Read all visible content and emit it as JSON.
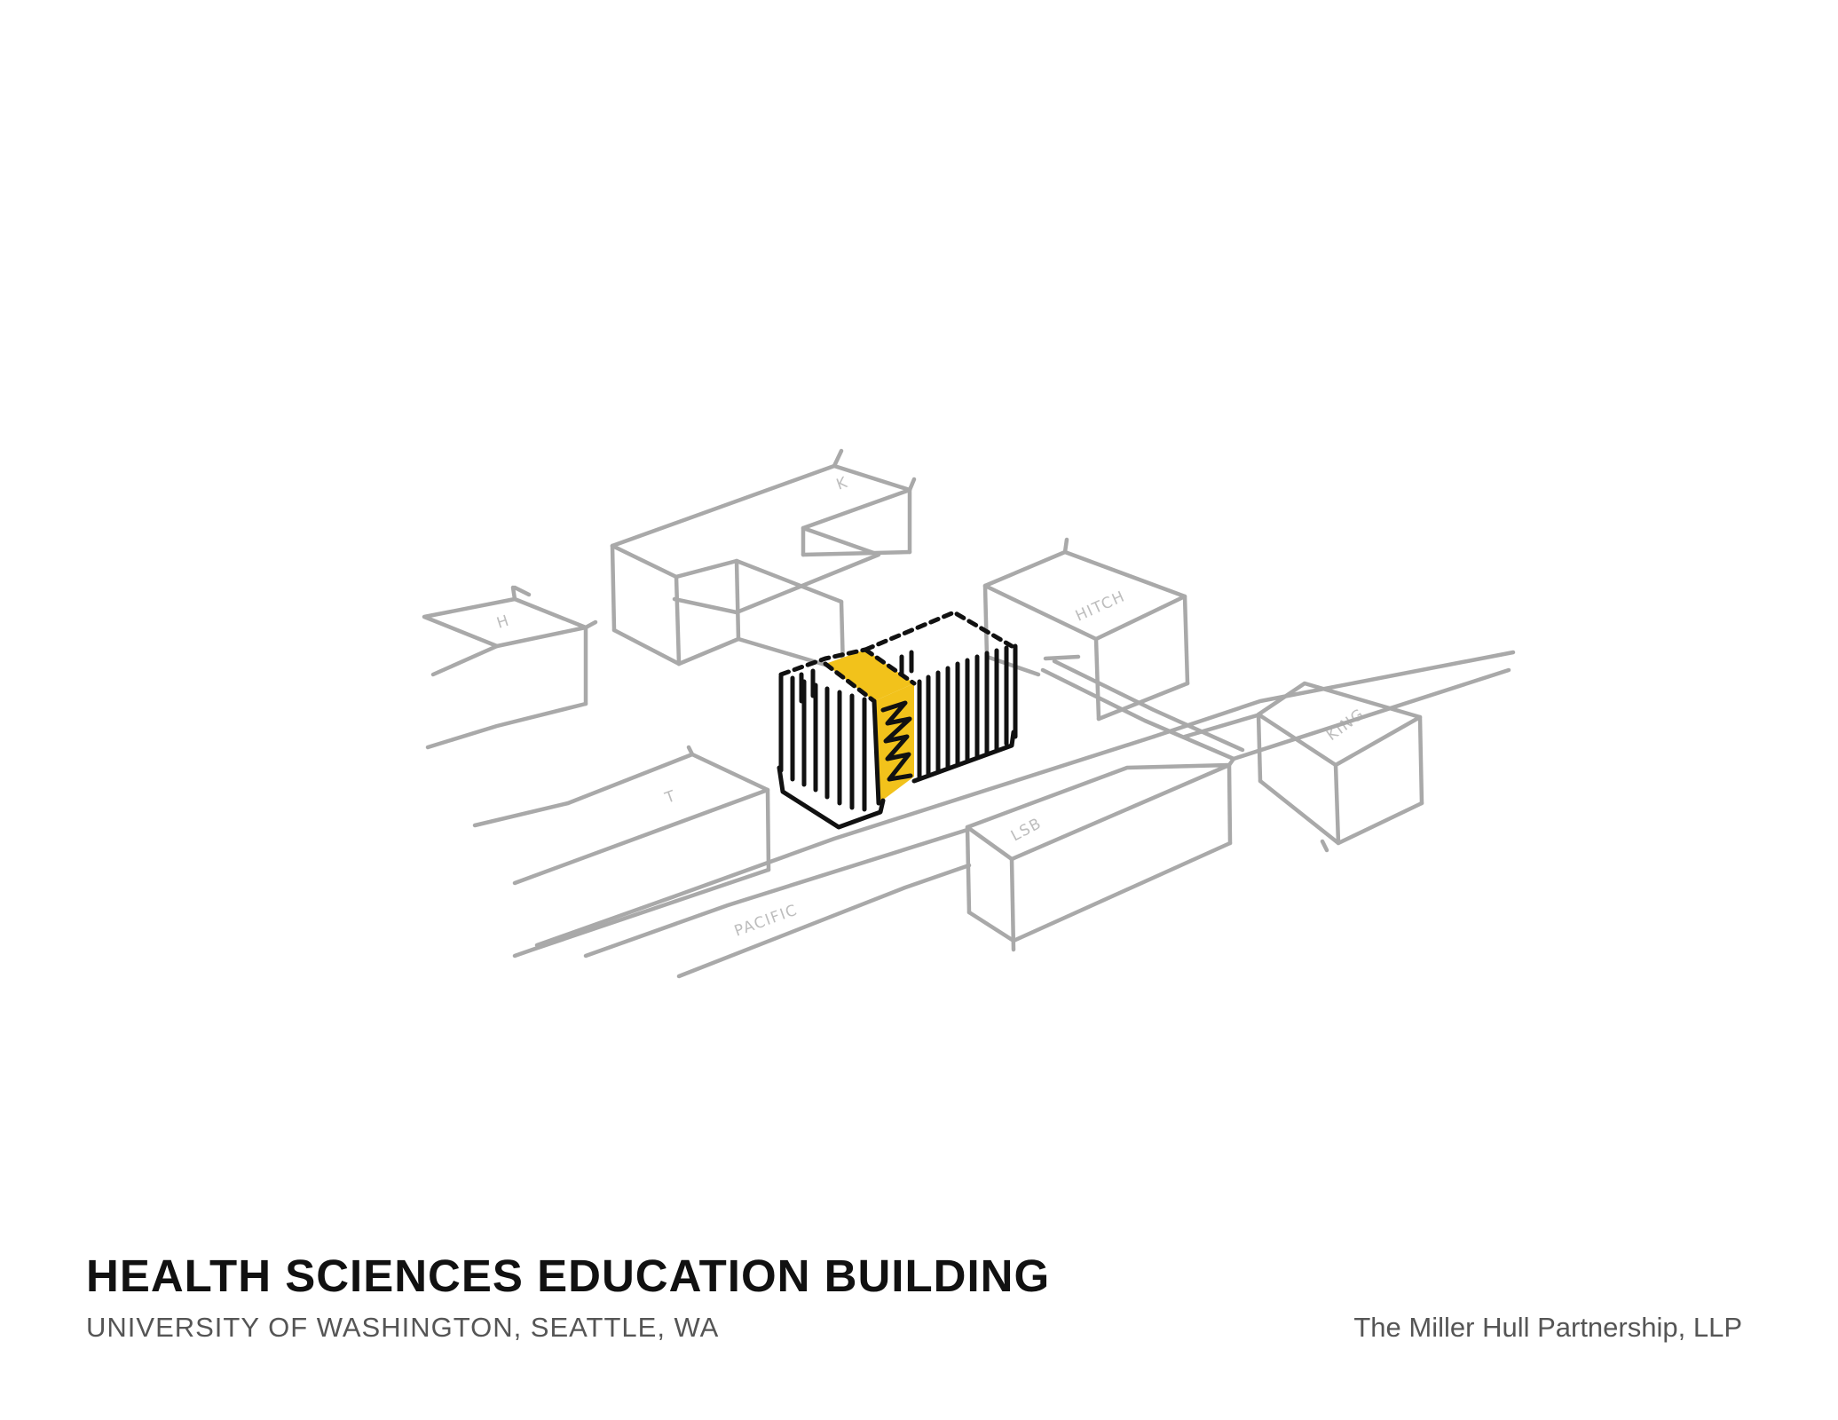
{
  "title": "HEALTH SCIENCES EDUCATION BUILDING",
  "subtitle": "UNIVERSITY OF WASHINGTON, SEATTLE, WA",
  "credit": "The Miller Hull Partnership, LLP",
  "diagram": {
    "building_labels": {
      "h": "H",
      "k": "K",
      "hitch": "HITCH",
      "t": "T",
      "lsb": "LSB",
      "king": "KING"
    },
    "street_label": "PACIFIC",
    "colors": {
      "context_line": "#a9a9a9",
      "building_line": "#111111",
      "highlight": "#f2c21b"
    }
  }
}
